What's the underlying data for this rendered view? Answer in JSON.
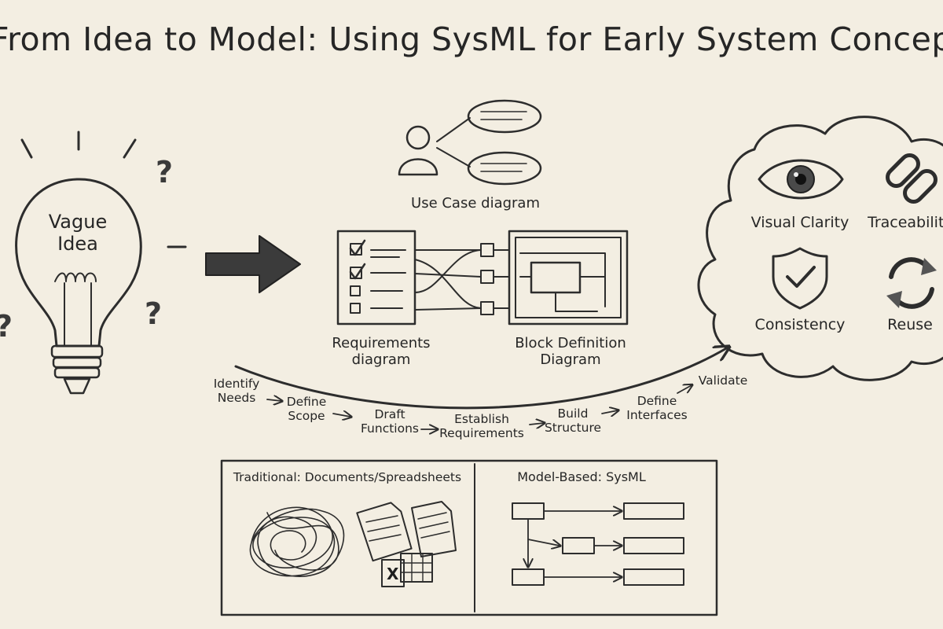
{
  "title": "From Idea to Model: Using SysML for Early System Concepts",
  "idea": {
    "label_line1": "Vague",
    "label_line2": "Idea",
    "question_mark": "?"
  },
  "diagrams": {
    "use_case": "Use Case diagram",
    "requirements_line1": "Requirements",
    "requirements_line2": "diagram",
    "block_line1": "Block Definition",
    "block_line2": "Diagram"
  },
  "steps": [
    {
      "line1": "Identify",
      "line2": "Needs"
    },
    {
      "line1": "Define",
      "line2": "Scope"
    },
    {
      "line1": "Draft",
      "line2": "Functions"
    },
    {
      "line1": "Establish",
      "line2": "Requirements"
    },
    {
      "line1": "Build",
      "line2": "Structure"
    },
    {
      "line1": "Define",
      "line2": "Interfaces"
    },
    {
      "line1": "Validate",
      "line2": ""
    }
  ],
  "benefits": [
    {
      "label": "Visual Clarity",
      "icon": "eye-icon"
    },
    {
      "label": "Traceability",
      "icon": "chain-link-icon"
    },
    {
      "label": "Consistency",
      "icon": "shield-check-icon"
    },
    {
      "label": "Reuse",
      "icon": "recycle-arrows-icon"
    }
  ],
  "comparison": {
    "traditional": "Traditional: Documents/Spreadsheets",
    "model_based": "Model-Based: SysML",
    "spreadsheet_letter": "X"
  }
}
